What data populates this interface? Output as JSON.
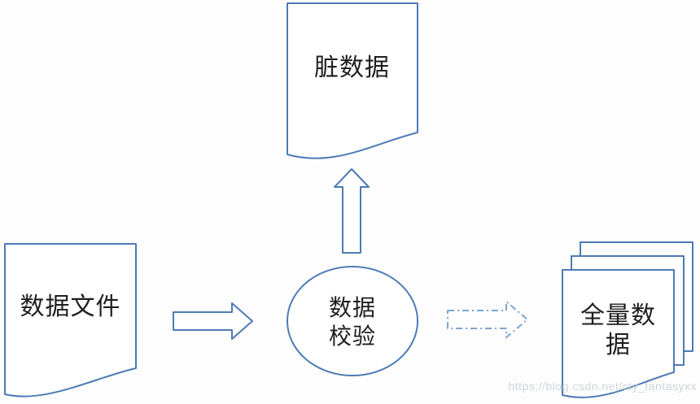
{
  "diagram": {
    "type": "flowchart",
    "nodes": {
      "data_file": {
        "shape": "document",
        "label": "数据文件"
      },
      "dirty_data": {
        "shape": "document",
        "label": "脏数据"
      },
      "validation": {
        "shape": "ellipse",
        "lines": [
          "数据",
          "校验"
        ]
      },
      "full_data": {
        "shape": "stacked-documents",
        "lines": [
          "全量数",
          "据"
        ]
      }
    },
    "edges": [
      {
        "from": "data_file",
        "to": "validation",
        "style": "solid-block-arrow",
        "direction": "right"
      },
      {
        "from": "validation",
        "to": "dirty_data",
        "style": "solid-block-arrow",
        "direction": "up"
      },
      {
        "from": "validation",
        "to": "full_data",
        "style": "dash-dot-block-arrow",
        "direction": "right"
      }
    ],
    "colors": {
      "shape_stroke": "#4d7bb5",
      "dashed_arrow_stroke": "#7aa5d2",
      "shape_fill": "#ffffff",
      "text": "#1e1e1e",
      "watermark": "#ced4db",
      "background": "#fdfdfd"
    }
  },
  "watermark": {
    "text": "https://blog.csdn.net/cty_fantasyxx"
  }
}
